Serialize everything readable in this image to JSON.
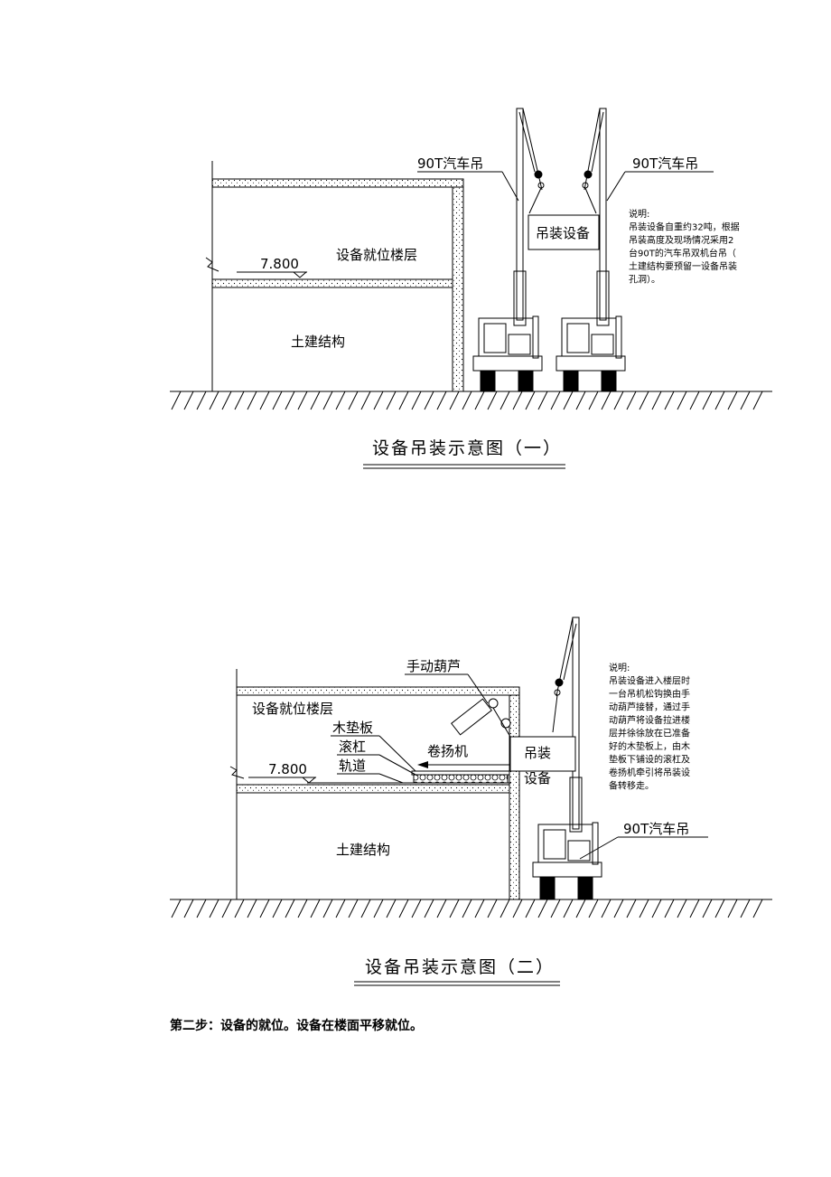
{
  "figure1": {
    "crane_left_label": "90T汽车吊",
    "crane_right_label": "90T汽车吊",
    "equipment_label": "吊装设备",
    "floor_label": "设备就位楼层",
    "level": "7.800",
    "structure_label": "土建结构",
    "note_lines": [
      "说明:",
      "吊装设备自重约32吨，根据",
      "吊装高度及现场情况采用2",
      "台90T的汽车吊双机台吊（",
      "土建结构要预留一设备吊装",
      "孔洞）。"
    ],
    "caption": "设备吊装示意图（一）"
  },
  "figure2": {
    "hoist_label": "手动葫芦",
    "floor_label": "设备就位楼层",
    "wood_label": "木垫板",
    "roller_label": "滚杠",
    "track_label": "轨道",
    "winch_label": "卷扬机",
    "level": "7.800",
    "equipment_line1": "吊装",
    "equipment_line2": "设备",
    "crane_label": "90T汽车吊",
    "structure_label": "土建结构",
    "note_lines": [
      "说明:",
      "吊装设备进入楼层时",
      "一台吊机松钩换由手",
      "动葫芦接替，通过手",
      "动葫芦将设备拉进楼",
      "层并徐徐放在已准备",
      "好的木垫板上，由木",
      "垫板下铺设的滚杠及",
      "卷扬机牵引将吊装设",
      "备转移走。"
    ],
    "caption": "设备吊装示意图（二）"
  },
  "step_text": "第二步：设备的就位。设备在楼面平移就位。"
}
